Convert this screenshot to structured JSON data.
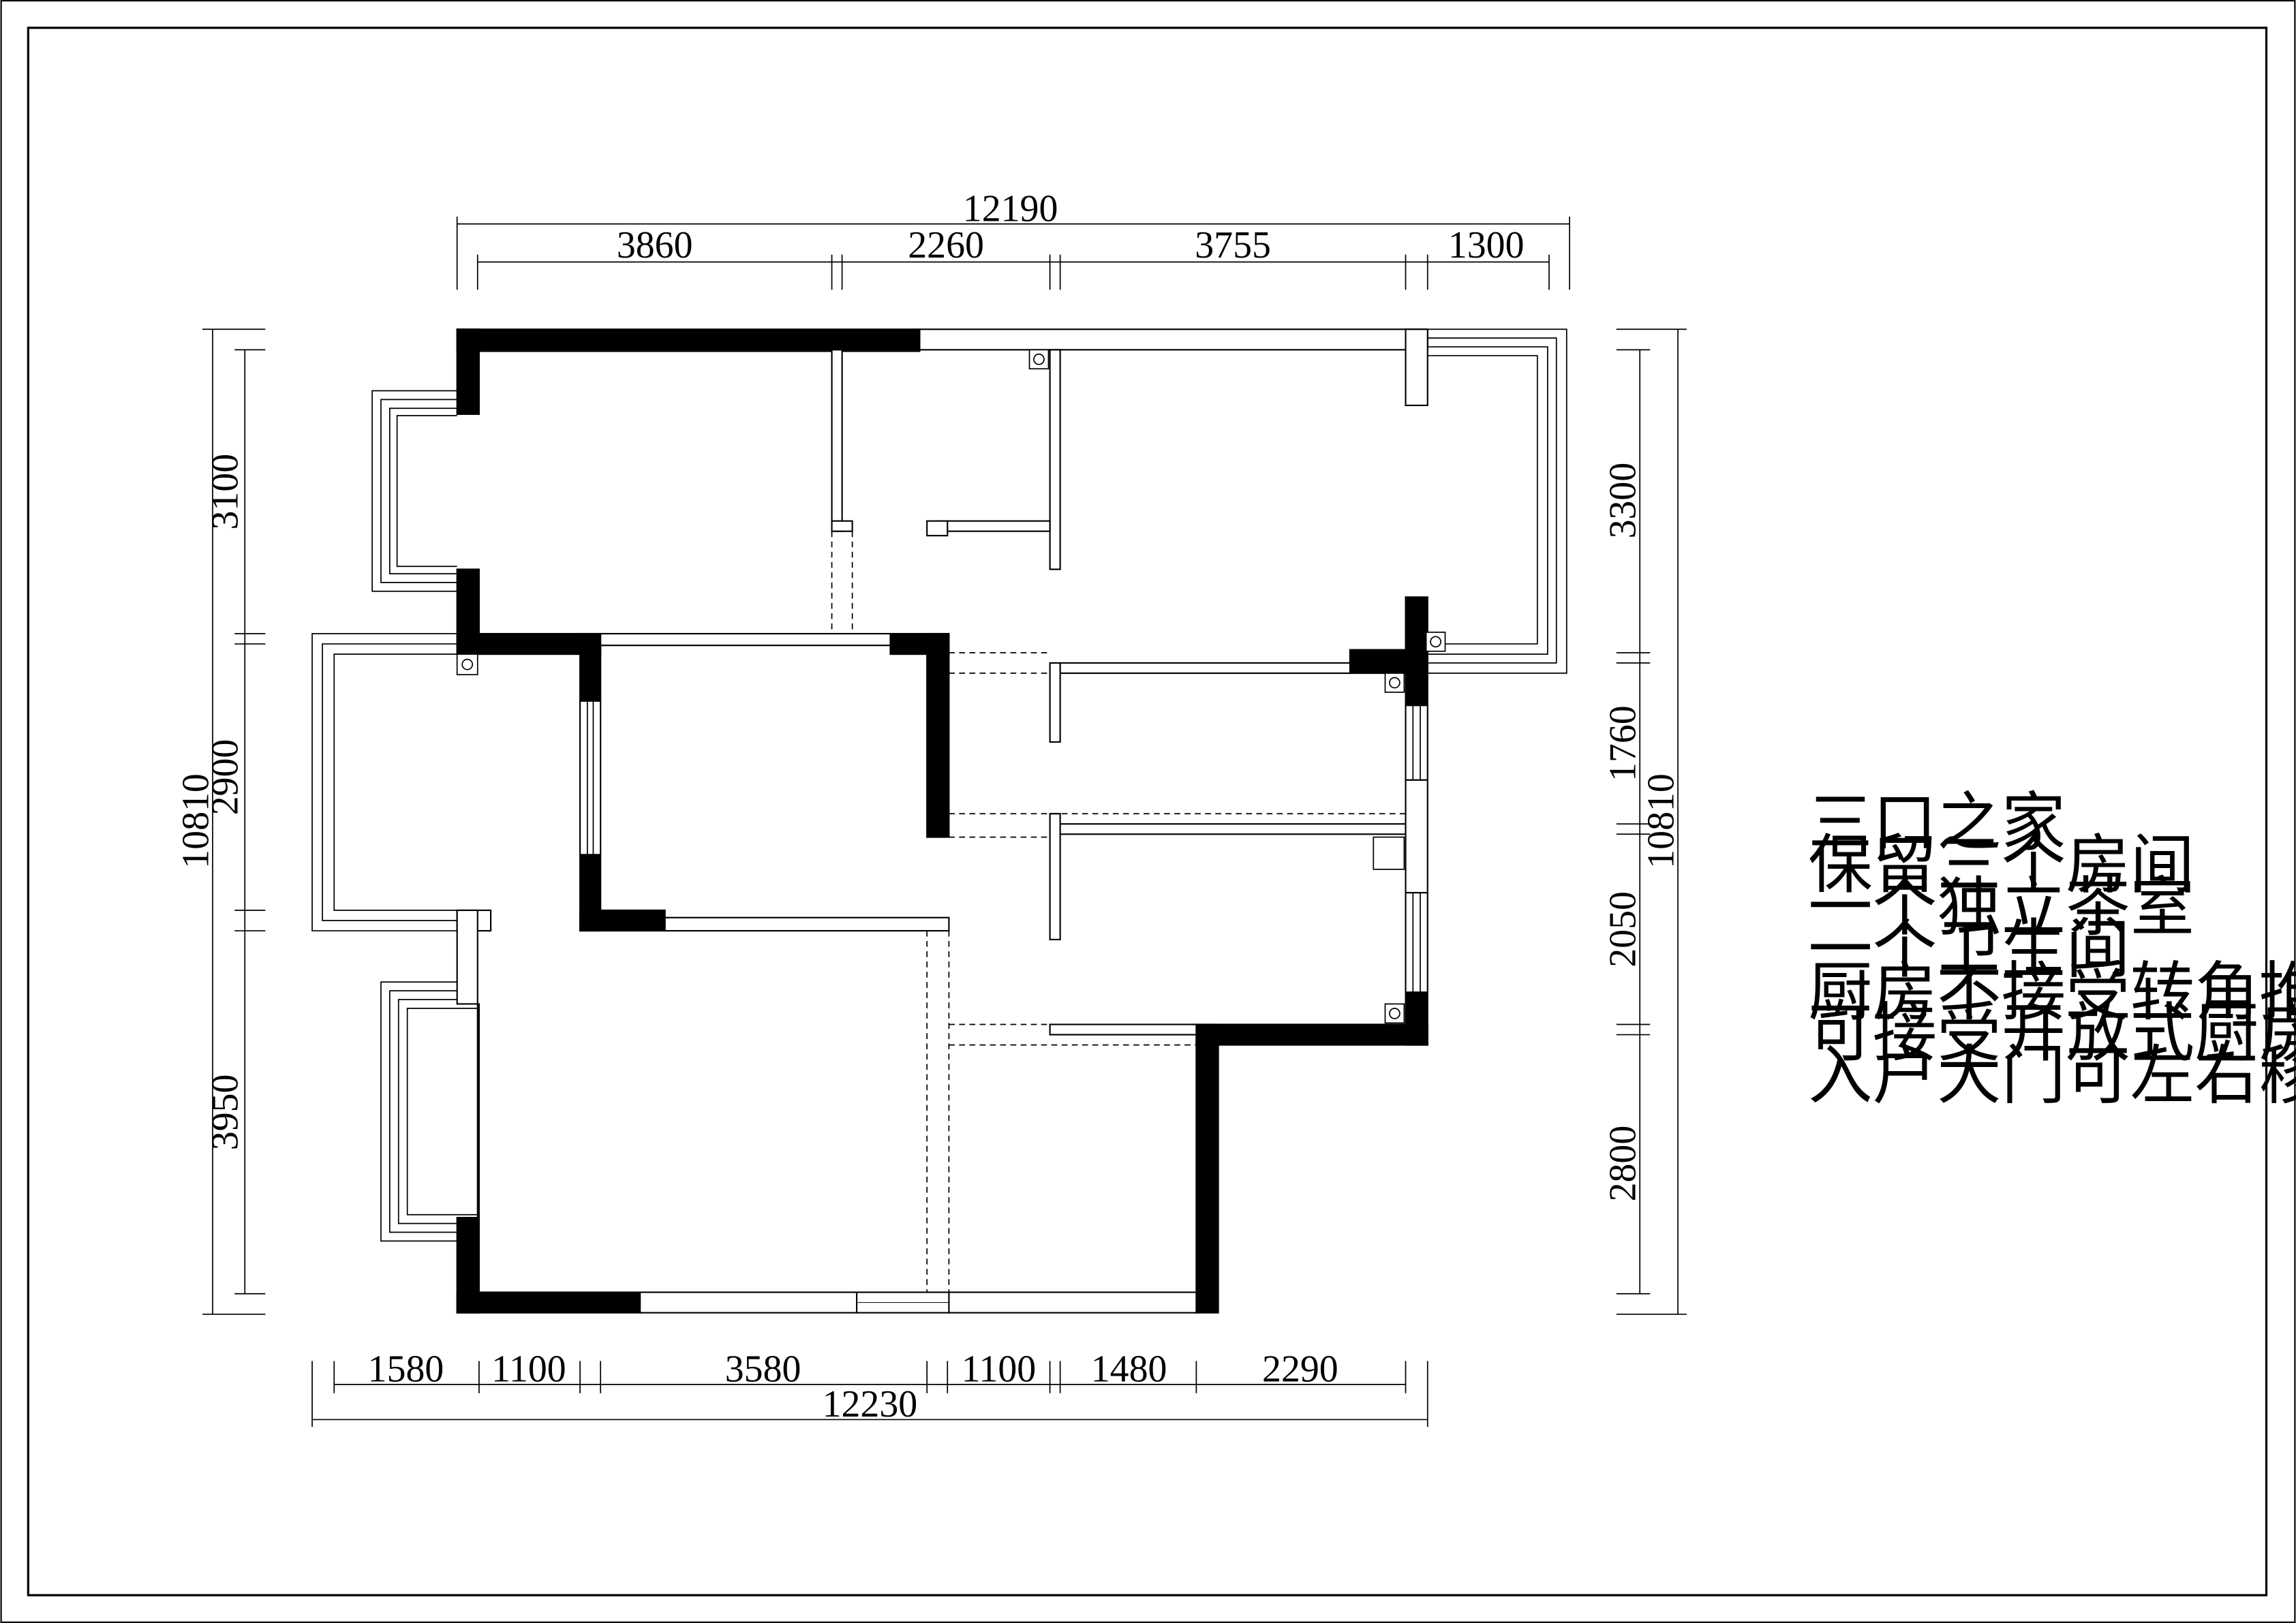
{
  "dimensions": {
    "top_total": "12190",
    "top_segments": [
      "3860",
      "2260",
      "3755",
      "1300"
    ],
    "bottom_total": "12230",
    "bottom_segments": [
      "1580",
      "1100",
      "3580",
      "1100",
      "1480",
      "2290"
    ],
    "left_total": "10810",
    "left_segments": [
      "3100",
      "2900",
      "3950"
    ],
    "right_total": "10810",
    "right_segments": [
      "3300",
      "1760",
      "2050",
      "2800"
    ]
  },
  "notes": [
    "三口之家",
    "保留三个房间",
    "一个独立茶室",
    "一个卫生间",
    "厨房不接受转角推拉门",
    "可接受开放式厨房",
    "入户大门可左右移动"
  ]
}
